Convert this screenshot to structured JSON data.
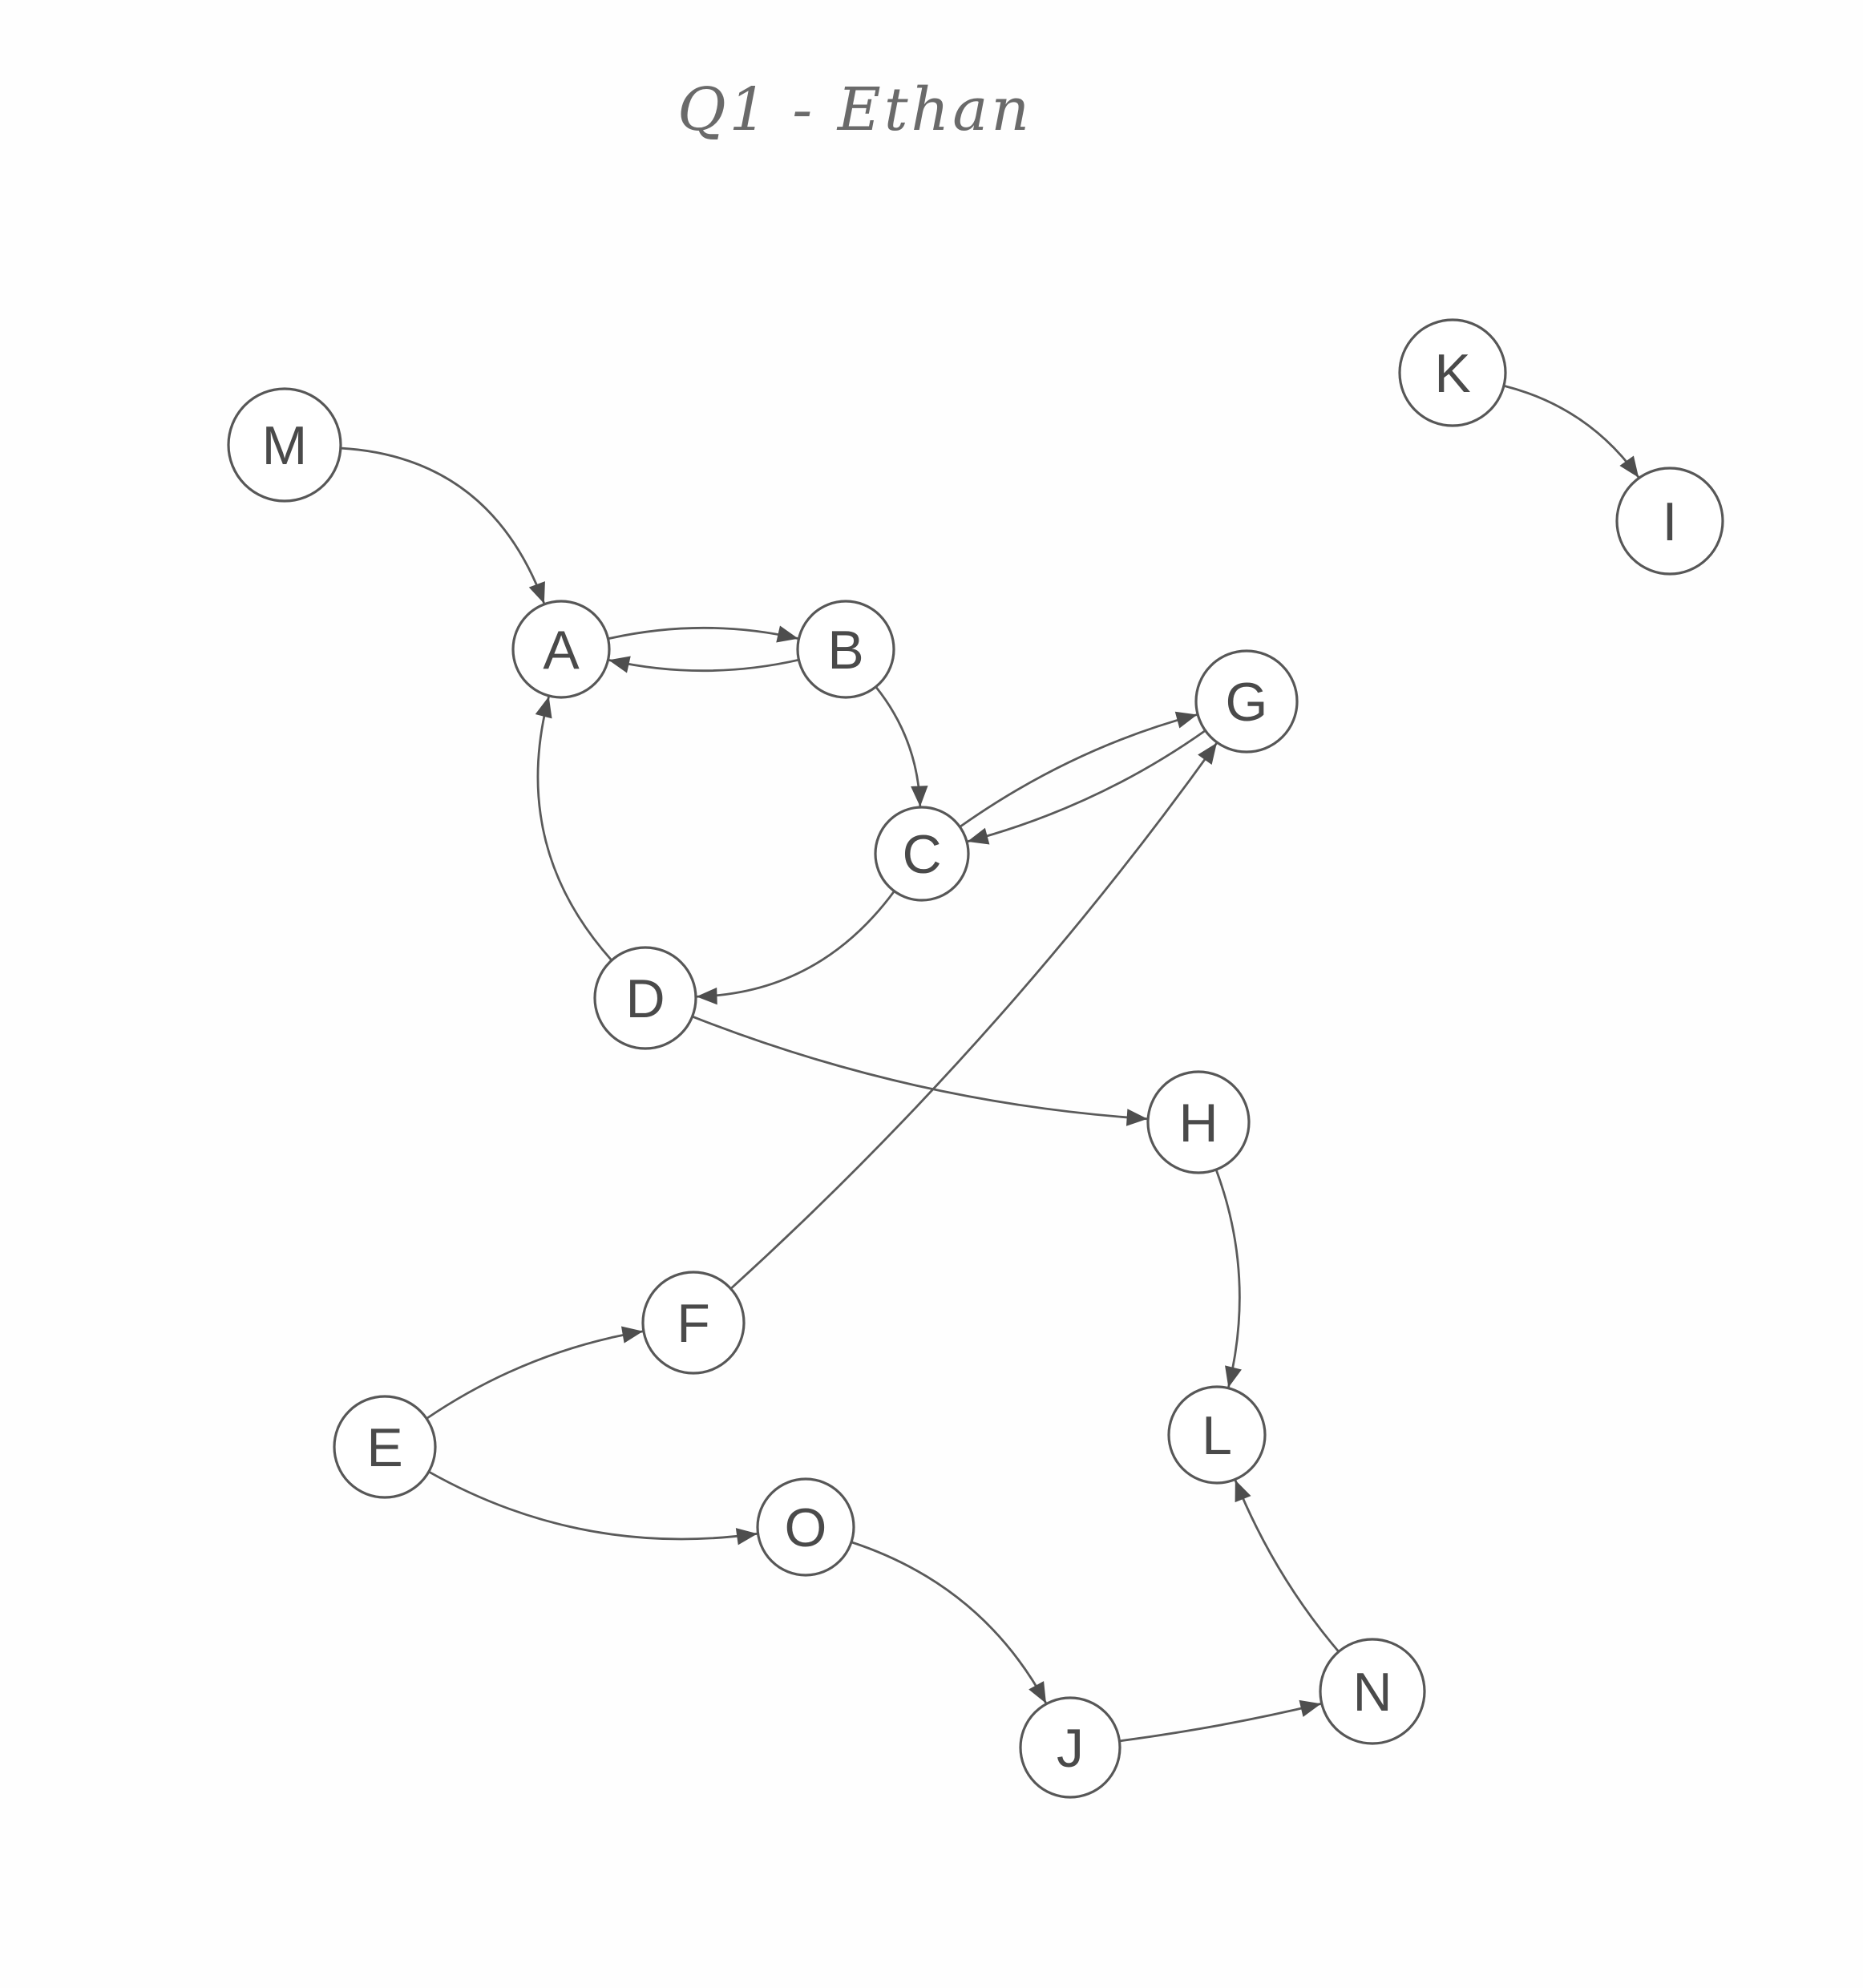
{
  "title": "Q1 - Ethan",
  "colors": {
    "ink": "#575757",
    "paper": "#fefefe"
  },
  "nodes": [
    {
      "id": "M",
      "label": "M"
    },
    {
      "id": "A",
      "label": "A"
    },
    {
      "id": "B",
      "label": "B"
    },
    {
      "id": "C",
      "label": "C"
    },
    {
      "id": "D",
      "label": "D"
    },
    {
      "id": "G",
      "label": "G"
    },
    {
      "id": "H",
      "label": "H"
    },
    {
      "id": "F",
      "label": "F"
    },
    {
      "id": "E",
      "label": "E"
    },
    {
      "id": "O",
      "label": "O"
    },
    {
      "id": "J",
      "label": "J"
    },
    {
      "id": "N",
      "label": "N"
    },
    {
      "id": "L",
      "label": "L"
    },
    {
      "id": "K",
      "label": "K"
    },
    {
      "id": "I",
      "label": "I"
    }
  ],
  "edges": [
    {
      "from": "M",
      "to": "A"
    },
    {
      "from": "A",
      "to": "B"
    },
    {
      "from": "B",
      "to": "A"
    },
    {
      "from": "B",
      "to": "C"
    },
    {
      "from": "C",
      "to": "G"
    },
    {
      "from": "G",
      "to": "C"
    },
    {
      "from": "C",
      "to": "D"
    },
    {
      "from": "D",
      "to": "A"
    },
    {
      "from": "D",
      "to": "H"
    },
    {
      "from": "F",
      "to": "G"
    },
    {
      "from": "E",
      "to": "F"
    },
    {
      "from": "E",
      "to": "O"
    },
    {
      "from": "O",
      "to": "J"
    },
    {
      "from": "J",
      "to": "N"
    },
    {
      "from": "N",
      "to": "L"
    },
    {
      "from": "H",
      "to": "L"
    },
    {
      "from": "K",
      "to": "I"
    }
  ]
}
